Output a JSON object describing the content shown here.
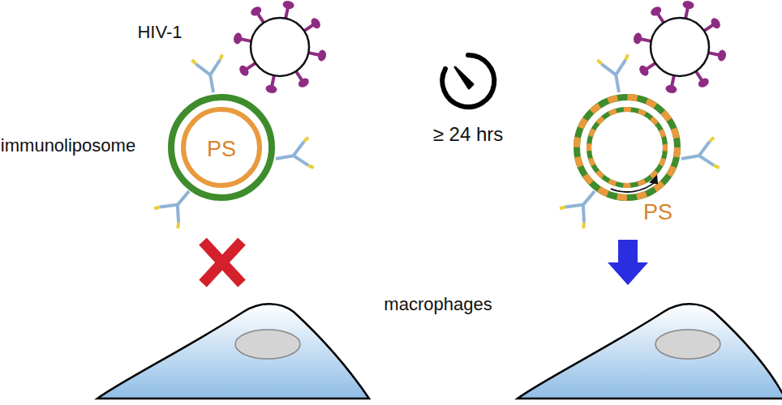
{
  "diagram": {
    "nodes": [
      {
        "text": [
          "PS"
        ]
      },
      {
        "text": [
          "PS"
        ]
      }
    ],
    "labels": [
      "HIV-1",
      "immunoliposome",
      "≥ 24 hrs",
      "macrophages"
    ]
  }
}
